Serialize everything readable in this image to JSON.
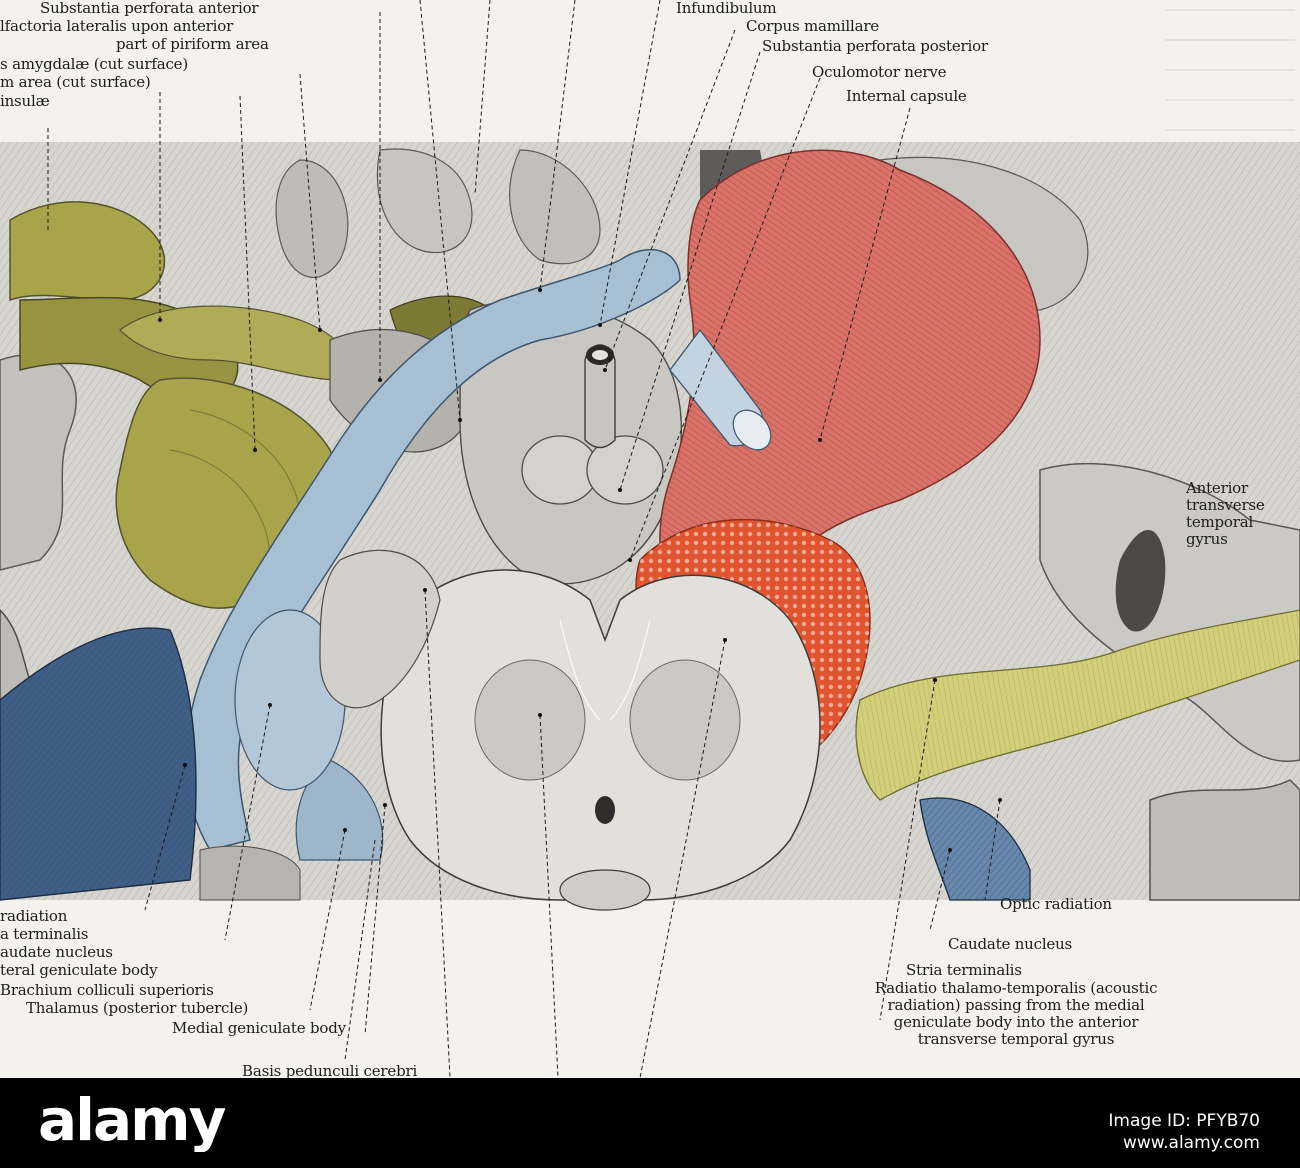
{
  "labels": {
    "substantia_perforata_anterior": "Substantia perforata anterior",
    "stria_olfactoria_lateralis": "lfactoria lateralis upon anterior",
    "piriform_part": "part of piriform area",
    "nucleus_amygdalae": "s amygdalæ (cut surface)",
    "piriform_cut": "m area (cut surface)",
    "insulae": "insulæ",
    "infundibulum": "Infundibulum",
    "corpus_mamillare": "Corpus mamillare",
    "substantia_perforata_posterior": "Substantia perforata posterior",
    "oculomotor_nerve": "Oculomotor nerve",
    "internal_capsule": "Internal capsule",
    "anterior_transverse_temporal_gyrus": [
      "Anterior",
      "transverse",
      "temporal",
      "gyrus"
    ],
    "optic_radiation_left": "radiation",
    "stria_terminalis_left": "a terminalis",
    "caudate_nucleus_left": "audate nucleus",
    "lateral_geniculate_body": "teral geniculate body",
    "brachium_colliculi_superioris": "Brachium colliculi superioris",
    "thalamus_posterior_tubercle": "Thalamus (posterior tubercle)",
    "medial_geniculate_body": "Medial geniculate body",
    "basis_pedunculi_cerebri": "Basis pedunculi cerebri",
    "optic_radiation_right": "Optic radiation",
    "caudate_nucleus_right": "Caudate nucleus",
    "stria_terminalis_right": "Stria terminalis",
    "radiatio_thalamo_temporalis": [
      "Radiatio thalamo-temporalis (acoustic",
      "radiation) passing from the medial",
      "geniculate body into the anterior",
      "transverse temporal gyrus"
    ]
  },
  "watermark": {
    "brand": "alamy",
    "image_id_label": "Image ID: PFYB70",
    "site": "www.alamy.com"
  },
  "colors": {
    "olive_structures": "#a7a44a",
    "optic_tract_blue": "#a7bfd2",
    "internal_capsule_red": "#d9736a",
    "nucleus_red": "#e0542f",
    "acoustic_radiation_yellow": "#d2cf7a",
    "optic_radiation_dark_blue": "#3f5f86"
  }
}
